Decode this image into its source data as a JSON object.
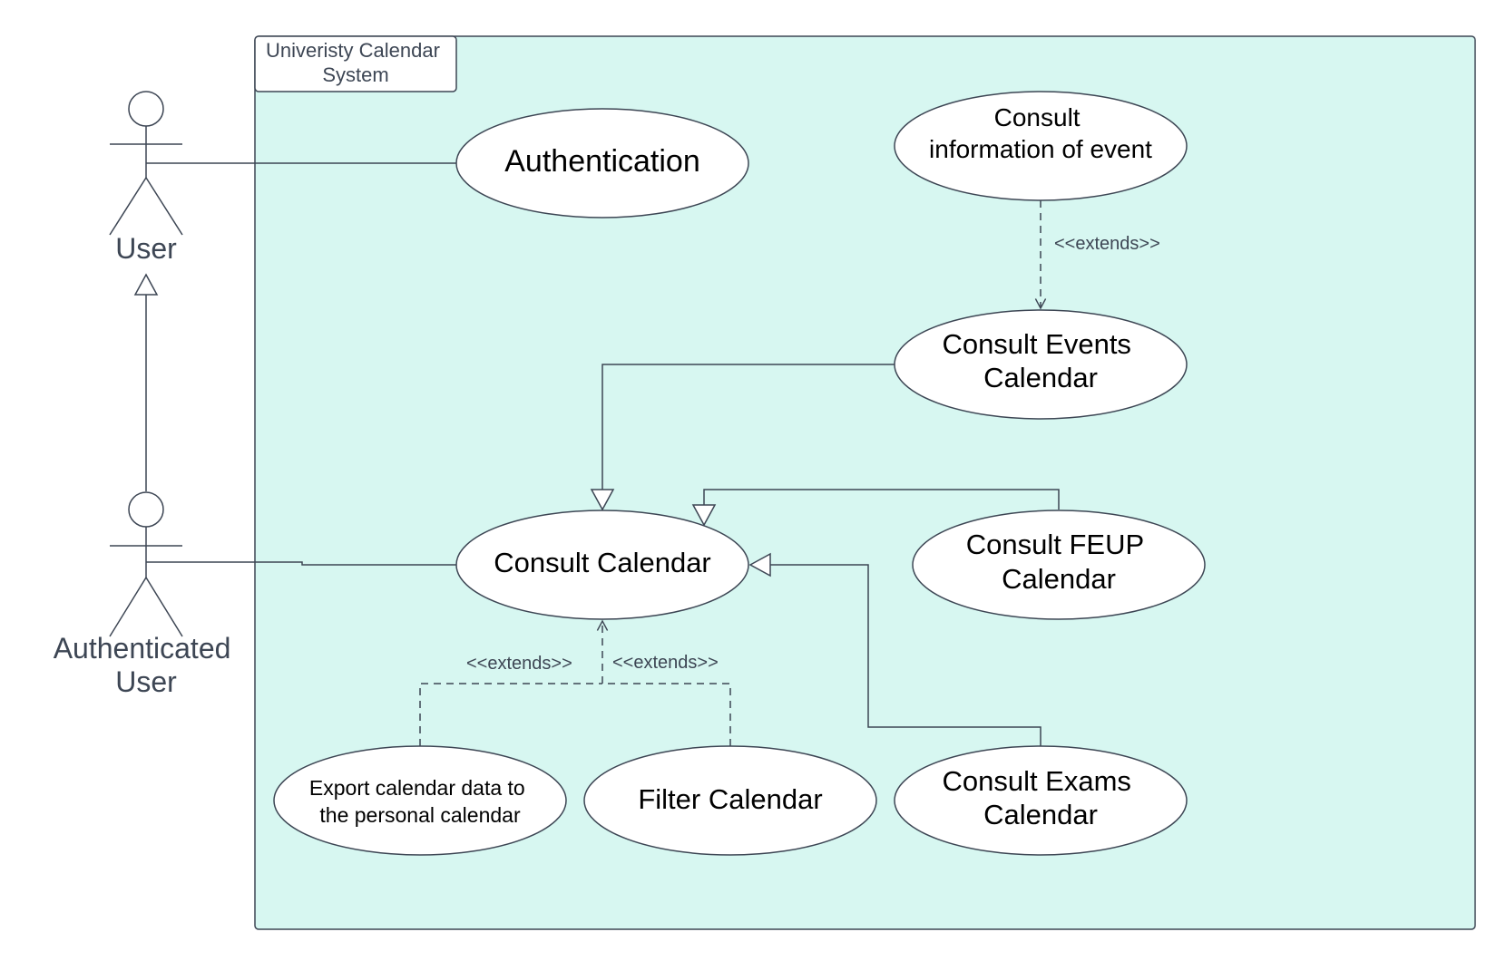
{
  "system": {
    "title_line1": "Univeristy Calendar",
    "title_line2": "System"
  },
  "actors": {
    "user": {
      "label": "User"
    },
    "authenticated_user": {
      "label_line1": "Authenticated",
      "label_line2": "User"
    }
  },
  "use_cases": {
    "authentication": {
      "label": "Authentication"
    },
    "consult_info_event": {
      "line1": "Consult",
      "line2": "information of event"
    },
    "consult_events_calendar": {
      "line1": "Consult Events",
      "line2": "Calendar"
    },
    "consult_calendar": {
      "label": "Consult Calendar"
    },
    "consult_feup_calendar": {
      "line1": "Consult FEUP",
      "line2": "Calendar"
    },
    "export_calendar": {
      "line1": "Export calendar data to",
      "line2": "the personal calendar"
    },
    "filter_calendar": {
      "label": "Filter Calendar"
    },
    "consult_exams_calendar": {
      "line1": "Consult Exams",
      "line2": "Calendar"
    }
  },
  "relations": {
    "extends_info_event": "<<extends>>",
    "extends_export": "<<extends>>",
    "extends_filter": "<<extends>>"
  },
  "colors": {
    "system_fill": "#d7f7f1",
    "stroke": "#3d4654",
    "use_case_fill": "#ffffff"
  }
}
